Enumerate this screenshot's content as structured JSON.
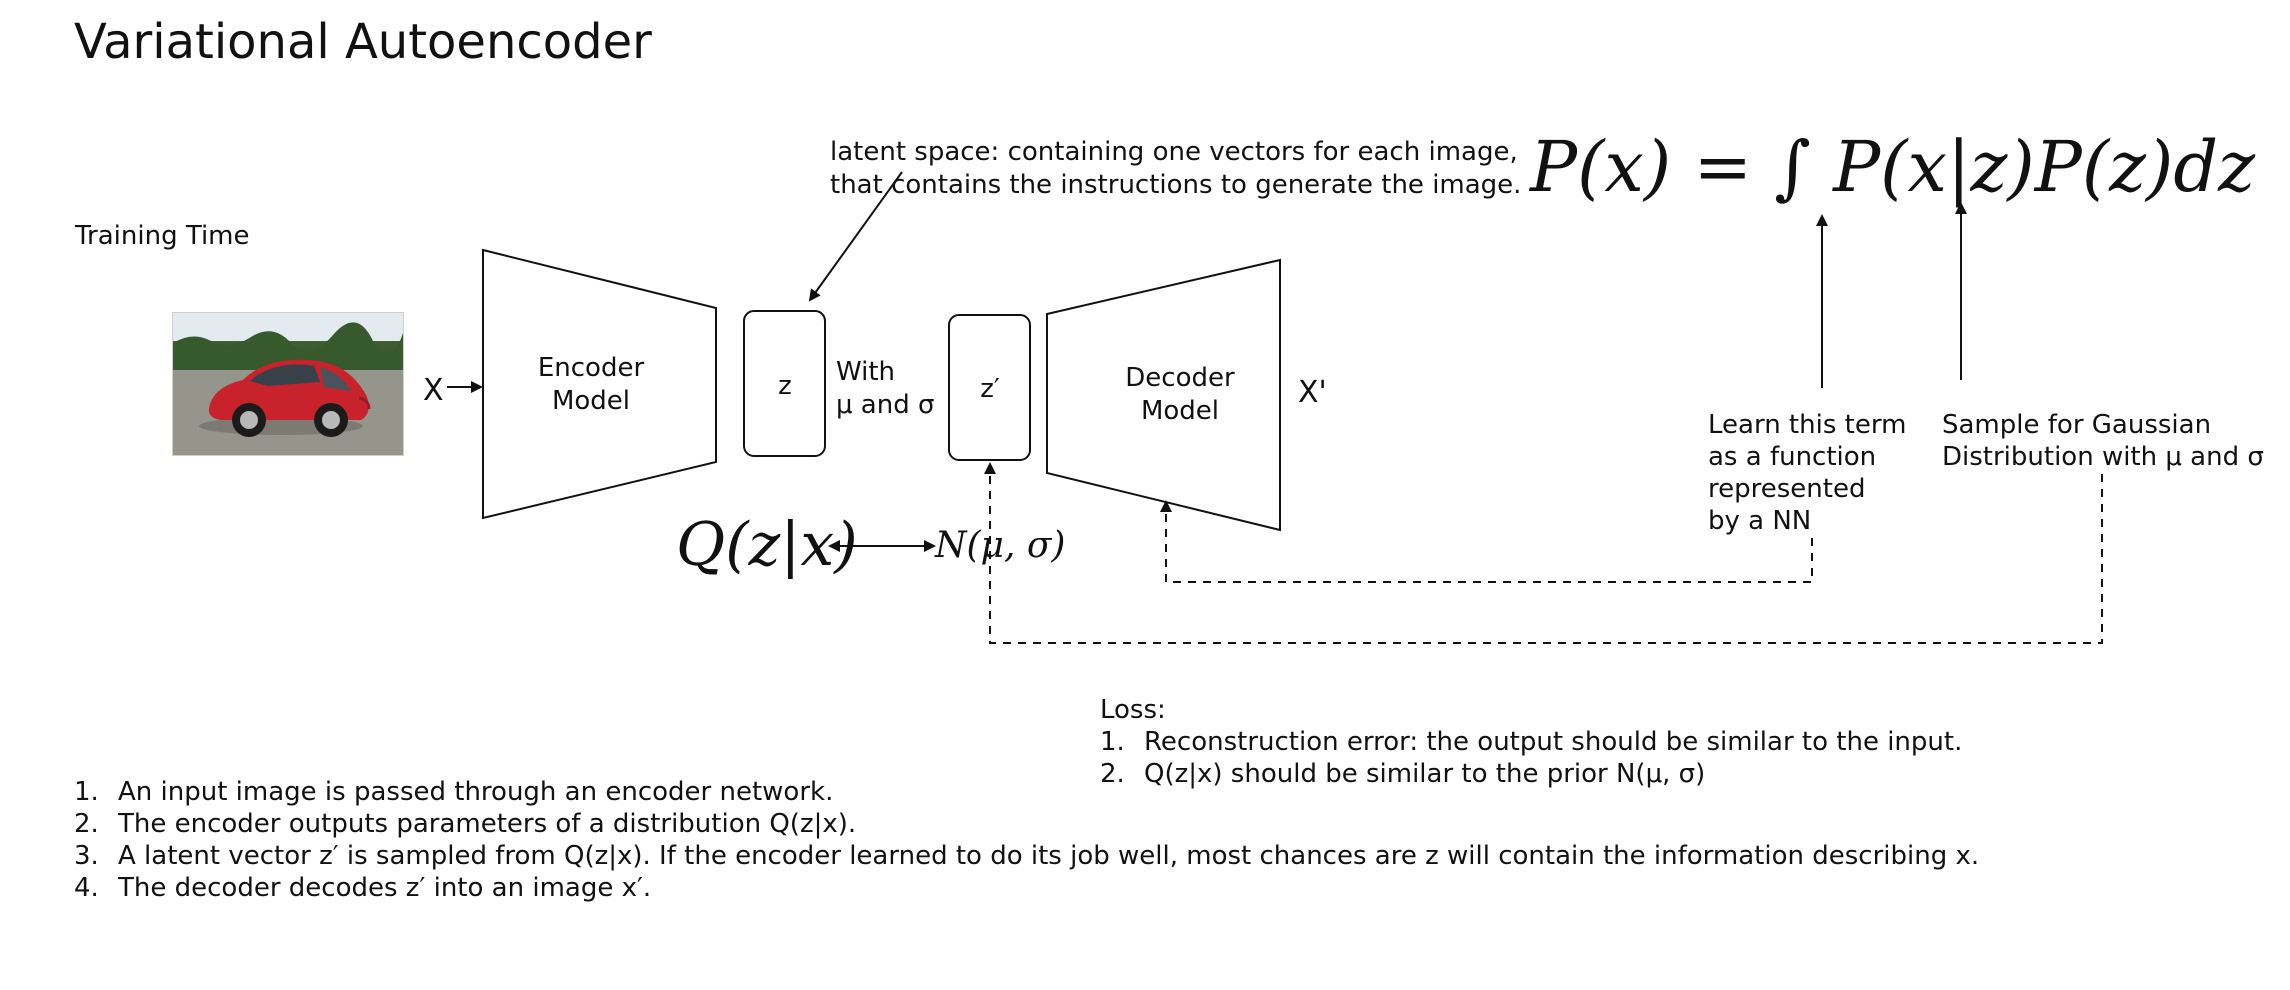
{
  "title": "Variational Autoencoder",
  "training_time": "Training Time",
  "latent_note": {
    "line1": "latent space: containing one vectors for each image,",
    "line2": "that contains the instructions to generate the image."
  },
  "formula": "P(x) = ∫ P(x|z)P(z)dz",
  "input_label": "X",
  "encoder": {
    "line1": "Encoder",
    "line2": "Model"
  },
  "z_label": "z",
  "with_label": {
    "line1": "With",
    "line2": "μ and σ"
  },
  "zprime_label": "z′",
  "decoder": {
    "line1": "Decoder",
    "line2": "Model"
  },
  "output_label": "X'",
  "qzx": "Q(z|x)",
  "n_mu_sigma": "N(μ, σ)",
  "learn_note": [
    "Learn this term",
    "as a function",
    "represented",
    "by a NN"
  ],
  "sample_note": [
    "Sample for Gaussian",
    "Distribution with μ and σ"
  ],
  "loss": {
    "heading": "Loss:",
    "items": [
      {
        "num": "1.",
        "text": "Reconstruction error: the output should be similar to the input."
      },
      {
        "num": "2.",
        "text": "Q(z|x) should be similar to the prior N(μ, σ)"
      }
    ]
  },
  "steps": [
    {
      "num": "1.",
      "text": "An input image is passed through an encoder network."
    },
    {
      "num": "2.",
      "text": "The encoder outputs parameters of a distribution Q(z|x)."
    },
    {
      "num": "3.",
      "text": "A latent vector z′ is sampled from Q(z|x). If the encoder learned to do its job well, most chances are z will contain the information describing x."
    },
    {
      "num": "4.",
      "text": "The decoder decodes z′ into an image x′."
    }
  ],
  "colors": {
    "car_body": "#c8232d",
    "stroke": "#111111"
  }
}
